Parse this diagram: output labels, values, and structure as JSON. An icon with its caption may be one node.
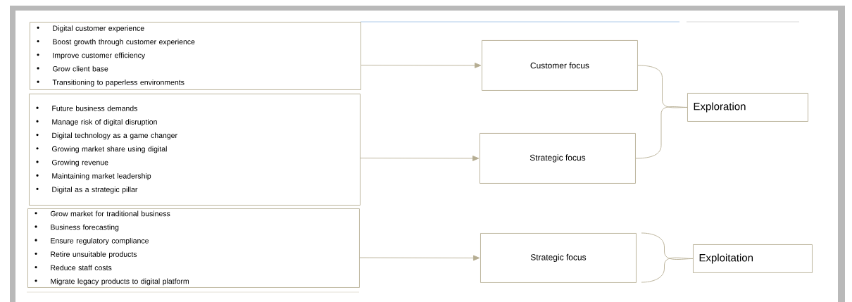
{
  "diagram": {
    "nodes": [
      {
        "text": [
          "Digital customer experience",
          "Boost growth through customer experience",
          "Improve customer efficiency",
          "Grow client base",
          "Transitioning to paperless environments"
        ]
      },
      {
        "text": [
          "Future business demands",
          "Manage risk of digital disruption",
          "Digital technology as a game changer",
          "Growing market share using digital",
          "Growing revenue",
          "Maintaining market leadership",
          "Digital as a strategic pillar"
        ]
      },
      {
        "text": [
          "Grow market for traditional business",
          "Business forecasting",
          "Ensure regulatory compliance",
          "Retire unsuitable products",
          "Reduce staff costs",
          "Migrate legacy products to digital platform"
        ]
      },
      {
        "text": [
          "Customer focus"
        ]
      },
      {
        "text": [
          "Strategic focus"
        ]
      },
      {
        "text": [
          "Exploration"
        ]
      },
      {
        "text": [
          "Strategic focus"
        ]
      },
      {
        "text": [
          "Exploitation"
        ]
      }
    ],
    "edges": [
      {
        "from": 0,
        "to": 3,
        "arrow": "to"
      },
      {
        "from": 1,
        "to": 4,
        "arrow": "to"
      },
      {
        "from": 2,
        "to": 6,
        "arrow": "to"
      },
      {
        "from": 3,
        "to": 5,
        "arrow": "none"
      },
      {
        "from": 4,
        "to": 5,
        "arrow": "none"
      },
      {
        "from": 6,
        "to": 7,
        "arrow": "none"
      }
    ]
  }
}
